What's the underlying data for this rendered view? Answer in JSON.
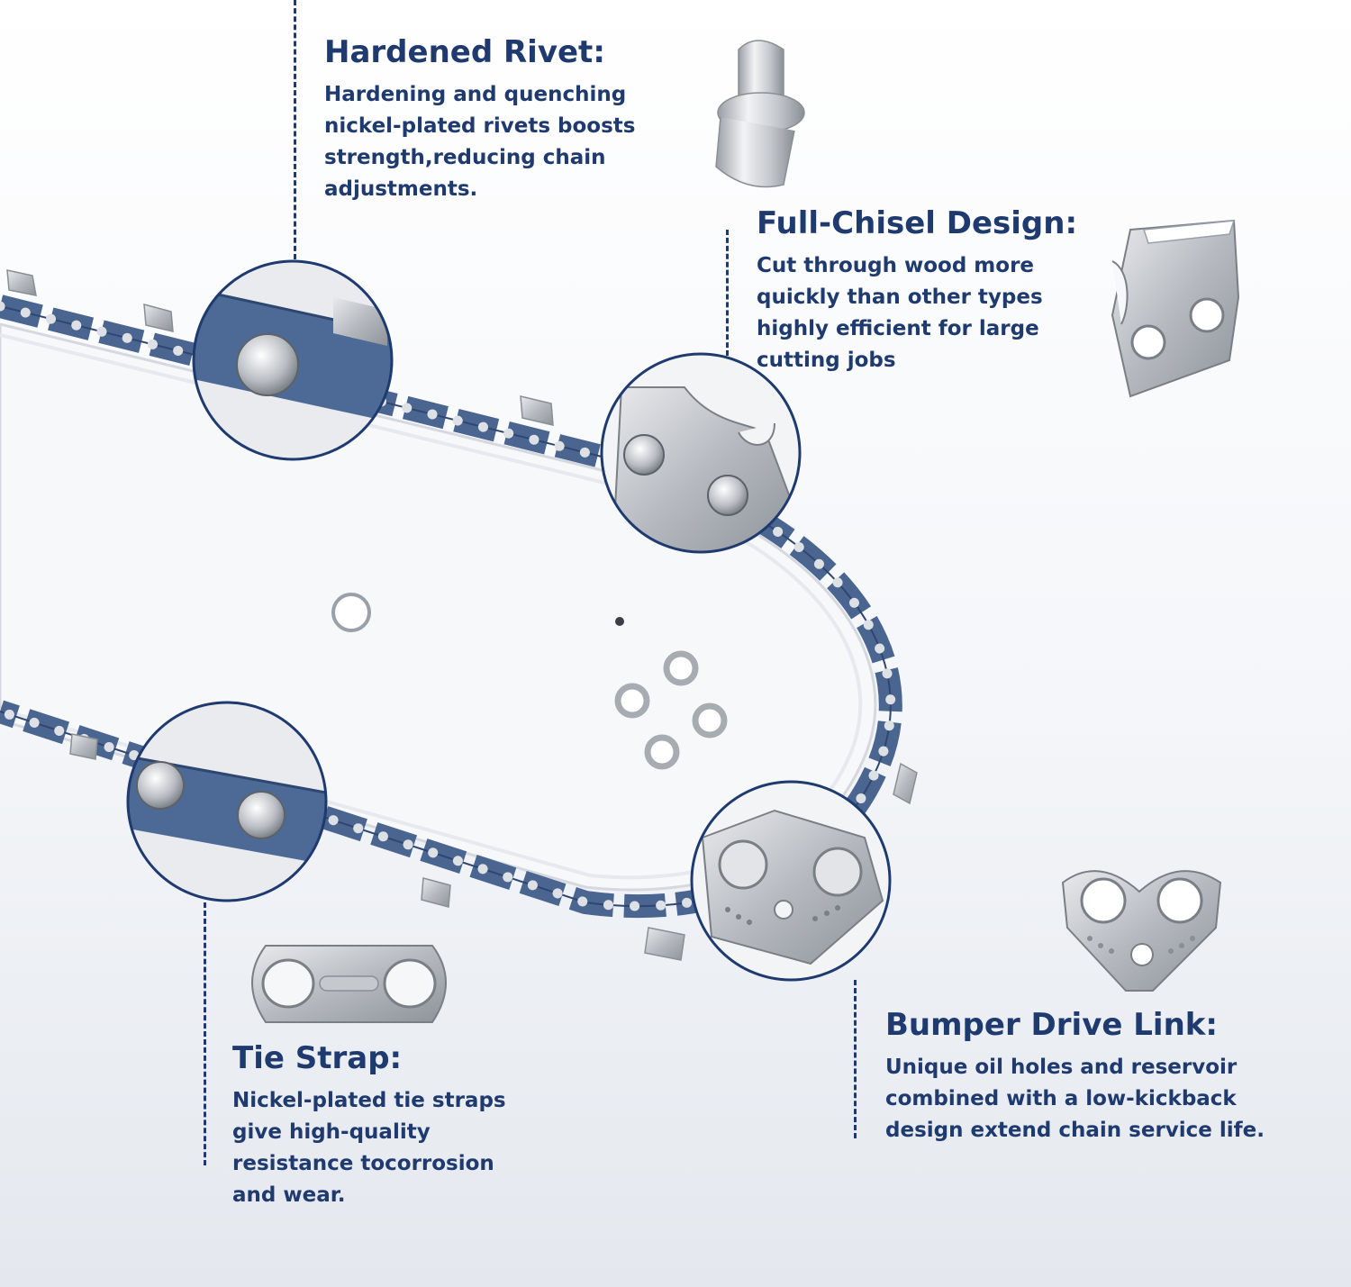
{
  "features": {
    "rivet": {
      "title": "Hardened Rivet:",
      "body": "Hardening and quenching nickel-plated rivets boosts strength,reducing chain adjustments."
    },
    "chisel": {
      "title": "Full-Chisel Design:",
      "body": "Cut through wood more quickly than other types highly efficient for large cutting jobs"
    },
    "tie_strap": {
      "title": "Tie Strap:",
      "body": "Nickel-plated tie straps give high-quality resistance tocorrosion and wear."
    },
    "drive_link": {
      "title": "Bumper Drive Link:",
      "body": "Unique oil holes and reservoir combined with a low-kickback design extend chain service life."
    }
  },
  "colors": {
    "accent": "#1f3a6e",
    "chain_blue": "#4a6590",
    "steel": "#b8bcc2",
    "bar": "#f7f8fa"
  },
  "icons": {
    "rivet": "rivet-icon",
    "chisel": "cutter-tooth-icon",
    "tie_strap": "tie-strap-icon",
    "drive_link": "drive-link-icon"
  }
}
